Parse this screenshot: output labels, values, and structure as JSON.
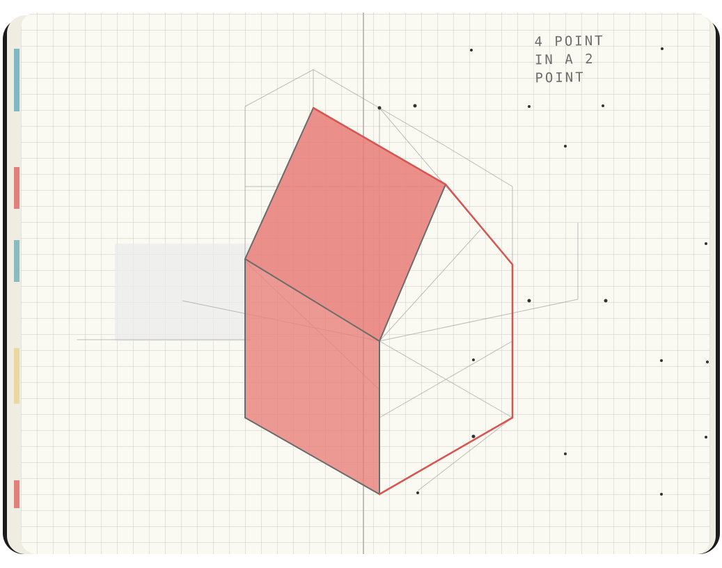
{
  "note": {
    "line1": "4 POINT",
    "line2": "IN A 2",
    "line3": "POINT"
  },
  "colors": {
    "paper": "#faf9f2",
    "grid": "#c9cbc6",
    "cover": "#1c1a1a",
    "pencil": "#6b6b6b",
    "red_fill": "#e87d78",
    "red_fill_dark": "#df625e",
    "red_line": "#d9534f"
  }
}
